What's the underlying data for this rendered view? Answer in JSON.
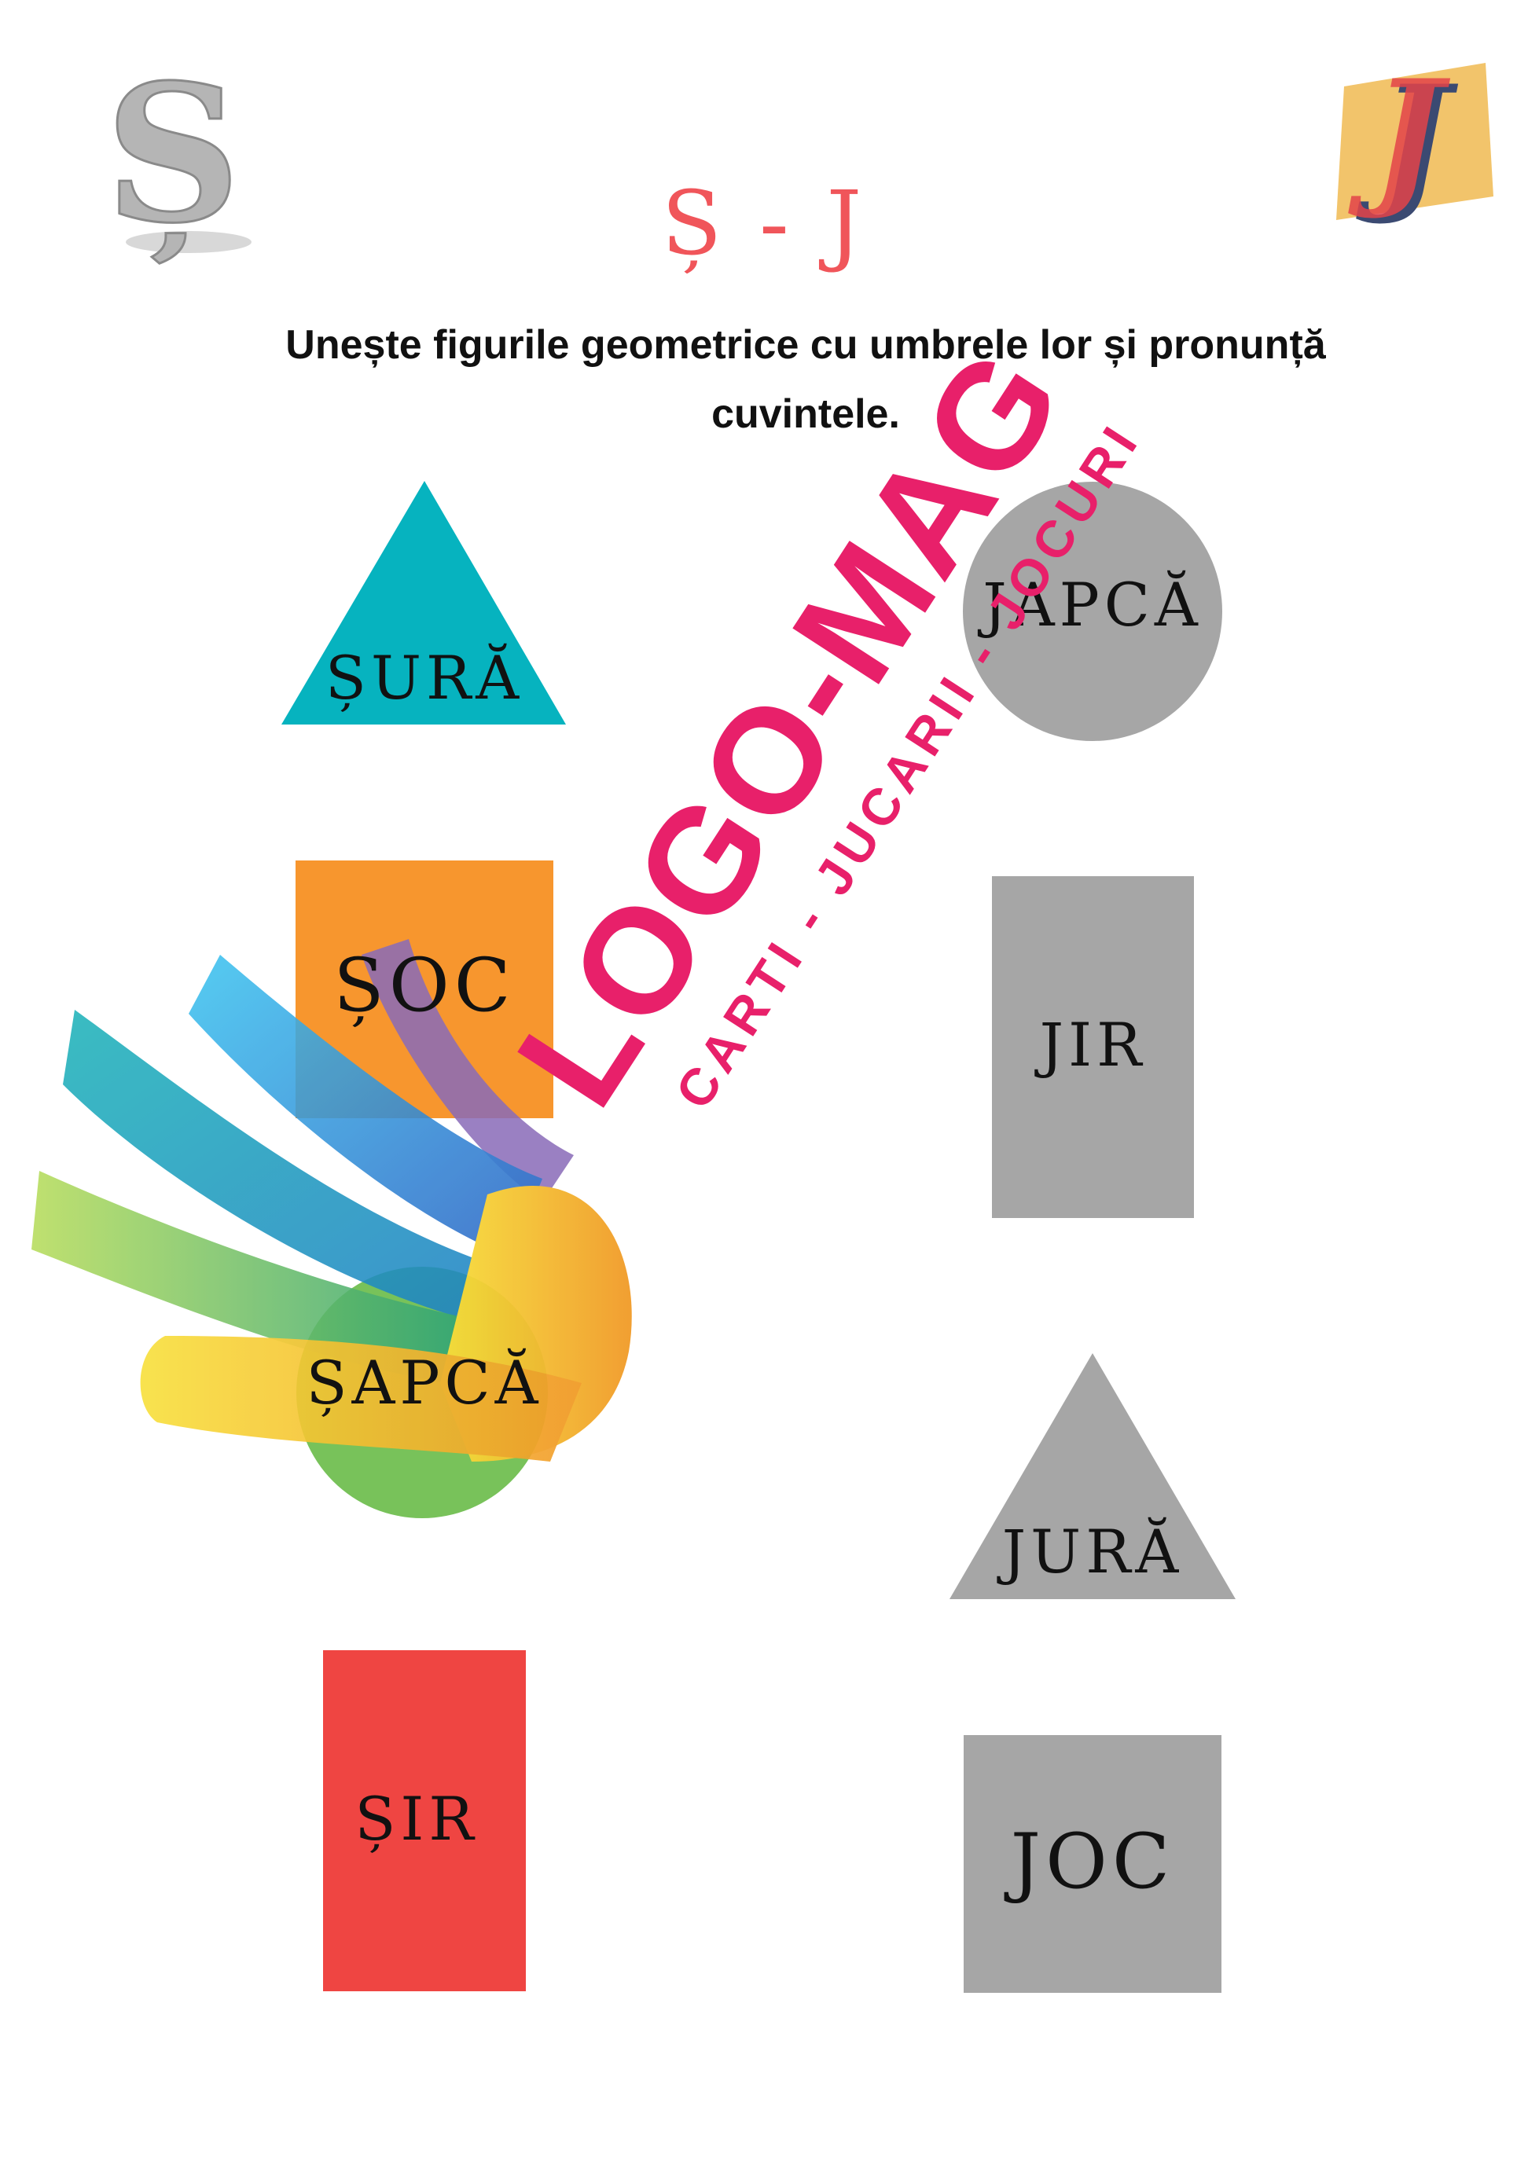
{
  "header": {
    "letter_left": "Ș",
    "letter_right": "J",
    "title": "Ș - J"
  },
  "instruction": "Unește figurile geometrice cu umbrele lor și pronunță cuvintele.",
  "shapes_left": [
    {
      "word": "ȘURĂ",
      "shape": "triangle",
      "color": "#06b3bf"
    },
    {
      "word": "ȘOC",
      "shape": "square",
      "color": "#f7962e"
    },
    {
      "word": "ȘAPCĂ",
      "shape": "circle",
      "color": "#78c25a"
    },
    {
      "word": "ȘIR",
      "shape": "rectangle",
      "color": "#ef4542"
    }
  ],
  "shapes_right": [
    {
      "word": "JAPCĂ",
      "shape": "circle",
      "color": "#a6a6a6"
    },
    {
      "word": "JIR",
      "shape": "rectangle",
      "color": "#a6a6a6"
    },
    {
      "word": "JURĂ",
      "shape": "triangle",
      "color": "#a6a6a6"
    },
    {
      "word": "JOC",
      "shape": "square",
      "color": "#a6a6a6"
    }
  ],
  "watermark": {
    "brand": "LOGO-MAG",
    "tagline": "CARTI - JUCARII - JOCURI",
    "color": "#e8206a"
  }
}
